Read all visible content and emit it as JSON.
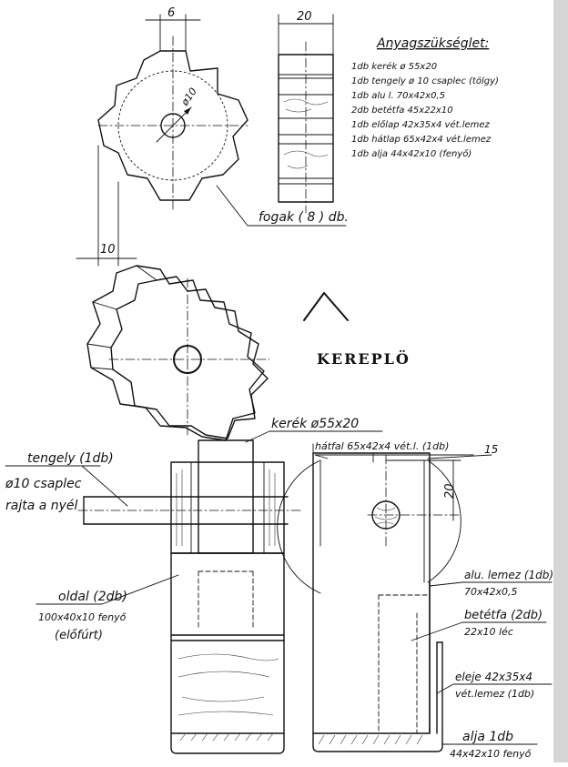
{
  "colors": {
    "ink": "#111111",
    "paper": "#ffffff",
    "sidebar": "#d6d6d6"
  },
  "dims": {
    "top_width": "6",
    "bore": "ø10",
    "side_gap": "10",
    "wheel_thickness": "20",
    "block_width": "15",
    "block_height": "20"
  },
  "parts_list": {
    "heading": "Anyagszükséglet:",
    "rows": [
      "1db kerék  ø 55x20",
      "1db tengely ø 10 csaplec (tölgy)",
      "1db alu l.  70x42x0,5",
      "2db betétfa  45x22x10",
      "1db előlap  42x35x4 vét.lemez",
      "1db hátlap  65x42x4 vét.lemez",
      "1db alja  44x42x10 (fenyő)"
    ]
  },
  "labels": {
    "teeth": "fogak ( 8 ) db.",
    "title": "KEREPLÖ",
    "wheel": "kerék ø55x20",
    "back": "hátfal 65x42x4 vét.l. (1db)",
    "axle_1": "tengely (1db)",
    "axle_2": "ø10 csaplec",
    "axle_3": "rajta a nyél",
    "side_1": "oldal (2db)",
    "side_2": "100x40x10 fenyő",
    "side_3": "(előfúrt)",
    "alu_1": "alu. lemez (1db)",
    "alu_2": "70x42x0,5",
    "insert_1": "betétfa (2db)",
    "insert_2": "22x10 léc",
    "front_1": "eleje 42x35x4",
    "front_2": "vét.lemez (1db)",
    "base_1": "alja  1db",
    "base_2": "44x42x10 fenyő"
  }
}
